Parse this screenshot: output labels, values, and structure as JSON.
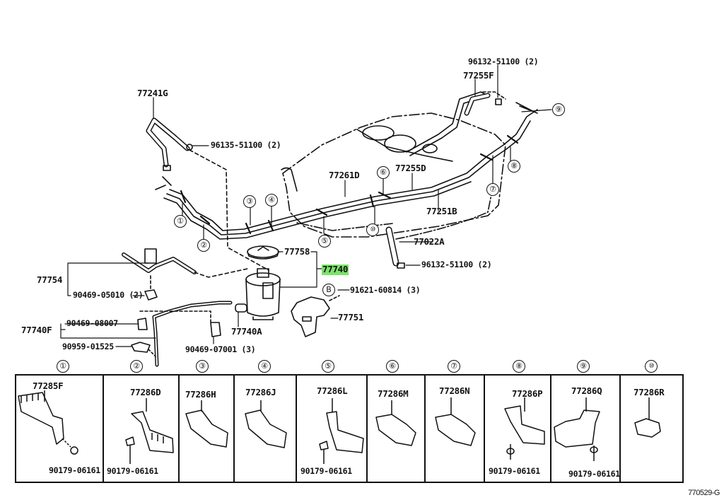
{
  "diagram": {
    "title": "Fuel tank & fuel line parts diagram",
    "reference_code": "770529-G",
    "highlight_color": "#7be36a",
    "labels": {
      "hose_77241G": "77241G",
      "clip_96135": "96135-51100 (2)",
      "clip_96132_top": "96132-51100 (2)",
      "hose_77255F": "77255F",
      "pipe_77261D": "77261D",
      "pipe_77255D": "77255D",
      "pipe_77251B": "77251B",
      "hose_77022A": "77022A",
      "clip_96132_bottom": "96132-51100 (2)",
      "cap_77758": "77758",
      "canister_77740": "77740",
      "bolt_B": "B",
      "bolt_91621": "91621-60814 (3)",
      "bracket_77751": "77751",
      "assy_77754": "77754",
      "clip_90469_05010": "90469-05010 (2)",
      "assy_77740F": "77740F",
      "clip_90469_08007": "90469-08007",
      "clip_90959": "90959-01525",
      "hose_77740A": "77740A",
      "clip_90469_07001": "90469-07001 (3)"
    },
    "callouts": [
      "①",
      "②",
      "③",
      "④",
      "⑤",
      "⑥",
      "⑦",
      "⑧",
      "⑨",
      "⑩"
    ],
    "clamp_table": [
      {
        "num": "①",
        "part": "77285F",
        "nut": "90179-06161"
      },
      {
        "num": "②",
        "part": "77286D",
        "nut": "90179-06161"
      },
      {
        "num": "③",
        "part": "77286H",
        "nut": ""
      },
      {
        "num": "④",
        "part": "77286J",
        "nut": ""
      },
      {
        "num": "⑤",
        "part": "77286L",
        "nut": "90179-06161"
      },
      {
        "num": "⑥",
        "part": "77286M",
        "nut": ""
      },
      {
        "num": "⑦",
        "part": "77286N",
        "nut": ""
      },
      {
        "num": "⑧",
        "part": "77286P",
        "nut": "90179-06161"
      },
      {
        "num": "⑨",
        "part": "77286Q",
        "nut": "90179-06161"
      },
      {
        "num": "⑩",
        "part": "77286R",
        "nut": ""
      }
    ]
  }
}
